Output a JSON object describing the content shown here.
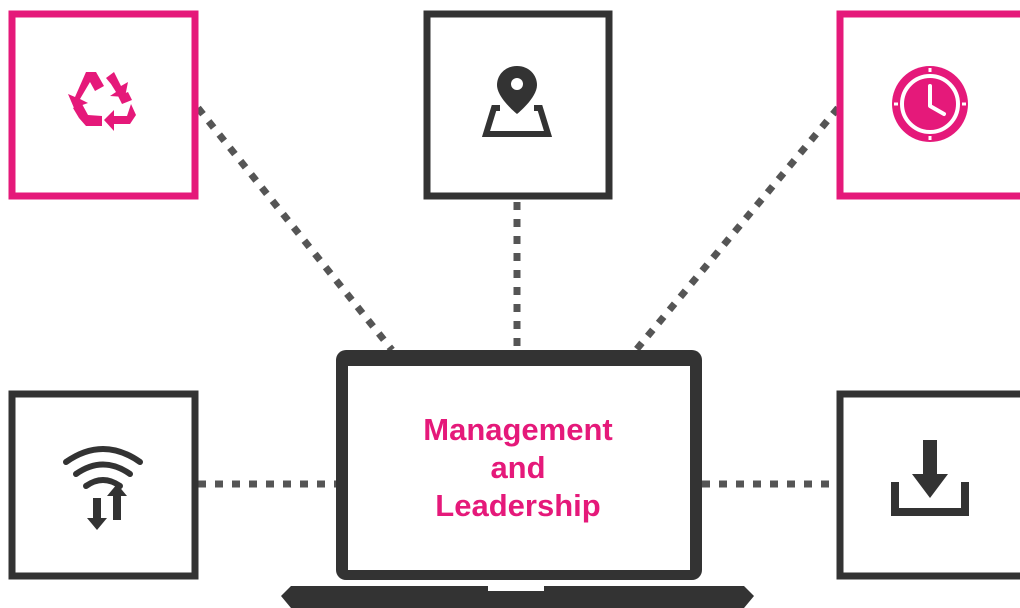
{
  "center": {
    "lines": [
      "Management",
      "and",
      "Leadership"
    ]
  },
  "nodes": [
    {
      "id": "top-left",
      "icon": "recycle-icon",
      "accent": true
    },
    {
      "id": "top-center",
      "icon": "map-pin-icon",
      "accent": false
    },
    {
      "id": "top-right",
      "icon": "clock-icon",
      "accent": true
    },
    {
      "id": "middle-left",
      "icon": "wifi-transfer-icon",
      "accent": false
    },
    {
      "id": "middle-right",
      "icon": "download-icon",
      "accent": false
    }
  ],
  "colors": {
    "accent": "#e5197a",
    "dark": "#333333",
    "connector": "#555555",
    "background": "#ffffff"
  }
}
